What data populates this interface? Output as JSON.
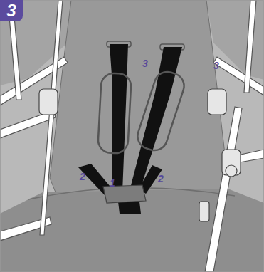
{
  "diagram": {
    "labels": [
      "3",
      "3",
      "3",
      "2",
      "1",
      "2"
    ]
  }
}
